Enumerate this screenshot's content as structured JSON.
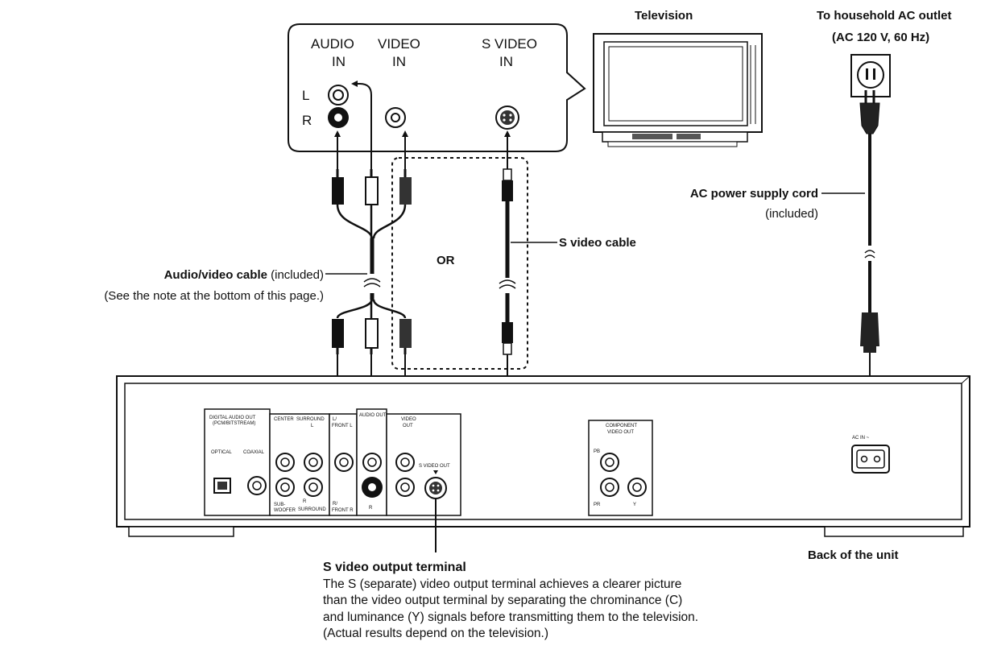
{
  "tv_panel": {
    "audio_in_1": "AUDIO",
    "audio_in_2": "IN",
    "video_in_1": "VIDEO",
    "video_in_2": "IN",
    "svideo_in_1": "S VIDEO",
    "svideo_in_2": "IN",
    "ch_l": "L",
    "ch_r": "R"
  },
  "television_label": "Television",
  "outlet": {
    "line1": "To household AC outlet",
    "line2": "(AC 120 V, 60 Hz)"
  },
  "power_cord": {
    "name": "AC power supply cord",
    "note": "(included)"
  },
  "av_cable": {
    "name": "Audio/video cable",
    "included": " (included)",
    "note": "(See the note at the bottom of this page.)"
  },
  "or_label": "OR",
  "svideo_cable": "S video cable",
  "back_of_unit": "Back of the unit",
  "unit_panel": {
    "digital_out_1": "DIGITAL AUDIO OUT",
    "digital_out_2": "(PCM/BITSTREAM)",
    "optical": "OPTICAL",
    "coaxial": "COAXIAL",
    "center": "CENTER",
    "surround_top": "SURROUND",
    "l_small": "L",
    "subwoofer_1": "SUB-",
    "subwoofer_2": "WOOFER",
    "r_small": "R",
    "surround_bottom": "SURROUND",
    "front_l_1": "L/",
    "front_l_2": "FRONT L",
    "front_r_1": "R/",
    "front_r_2": "FRONT R",
    "audio_out": "AUDIO OUT",
    "video_out_1": "VIDEO",
    "video_out_2": "OUT",
    "s_video_out": "S VIDEO OUT",
    "component_1": "COMPONENT",
    "component_2": "VIDEO OUT",
    "pb": "PB",
    "pr": "PR",
    "y": "Y",
    "ac_in": "AC IN ~"
  },
  "svideo_note": {
    "heading": "S video output terminal",
    "line1": "The S (separate) video output terminal achieves a clearer picture",
    "line2": "than the video output terminal by separating the chrominance (C)",
    "line3": "and luminance (Y) signals before transmitting them to the television.",
    "line4": "(Actual results depend on the television.)"
  }
}
